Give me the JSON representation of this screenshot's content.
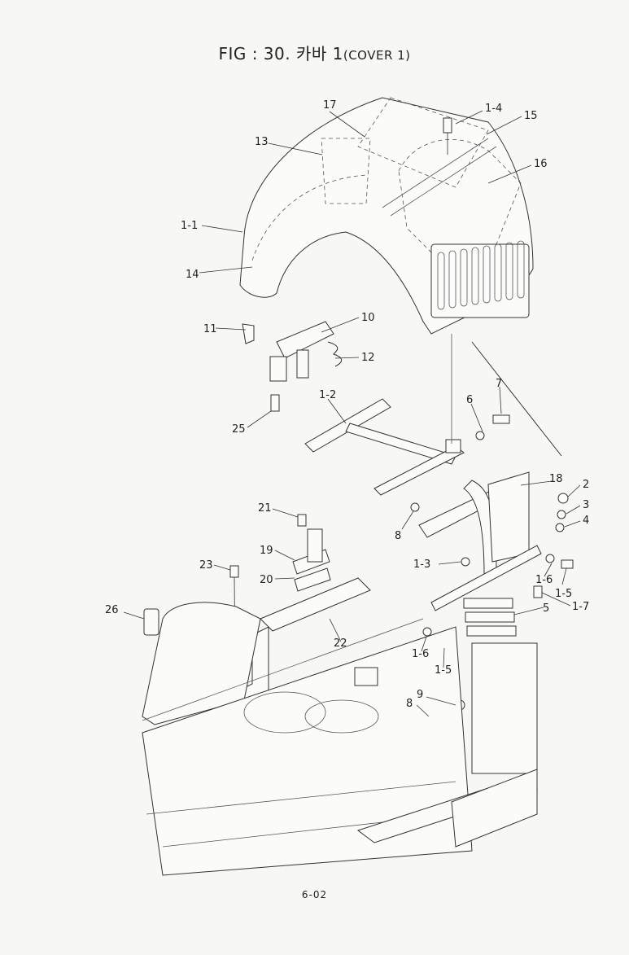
{
  "figure": {
    "title_prefix": "FIG : 30. 카바 1",
    "title_suffix": "(COVER 1)",
    "page_number": "6-02"
  },
  "callouts": [
    "1-4",
    "15",
    "17",
    "13",
    "16",
    "1-1",
    "14",
    "11",
    "10",
    "12",
    "7",
    "6",
    "1-2",
    "25",
    "18",
    "2",
    "3",
    "4",
    "8",
    "21",
    "19",
    "1-3",
    "1-6",
    "1-5",
    "23",
    "20",
    "1-7",
    "5",
    "26",
    "22",
    "1-6",
    "1-5",
    "9",
    "8"
  ]
}
